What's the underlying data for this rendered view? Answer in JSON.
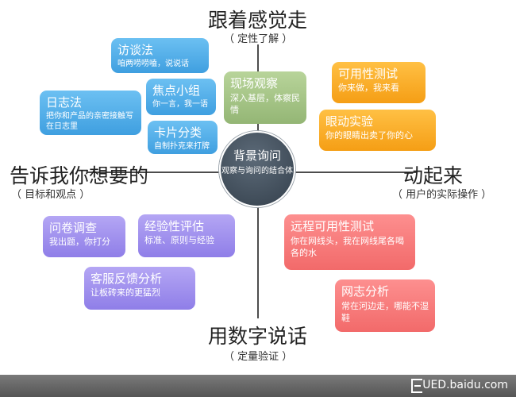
{
  "poles": {
    "top": {
      "title": "跟着感觉走",
      "sub": "（ 定性了解 ）"
    },
    "left": {
      "title": "告诉我你想要的",
      "sub": "（ 目标和观点 ）"
    },
    "right": {
      "title": "动起来",
      "sub": "（ 用户的实际操作 ）"
    },
    "bottom": {
      "title": "用数字说话",
      "sub": "（ 定量验证 ）"
    }
  },
  "center": {
    "title": "背景询问",
    "desc": "观察与询问的结合体"
  },
  "cards": {
    "interview": {
      "title": "访谈法",
      "desc": "咱两唠唠嗑，说说话"
    },
    "focus_group": {
      "title": "焦点小组",
      "desc": "你一言，我一语"
    },
    "diary": {
      "title": "日志法",
      "desc": "把你和产品的亲密接触写在日志里"
    },
    "card_sort": {
      "title": "卡片分类",
      "desc": "自制扑克来打牌"
    },
    "field": {
      "title": "现场观察",
      "desc": "深入基层，体察民情"
    },
    "usability": {
      "title": "可用性测试",
      "desc": "你来做，我来看"
    },
    "eye": {
      "title": "眼动实验",
      "desc": "你的眼睛出卖了你的心"
    },
    "survey": {
      "title": "问卷调查",
      "desc": "我出题，你打分"
    },
    "heuristic": {
      "title": "经验性评估",
      "desc": "标准、原则与经验"
    },
    "feedback": {
      "title": "客服反馈分析",
      "desc": "让板砖来的更猛烈"
    },
    "remote": {
      "title": "远程可用性测试",
      "desc": "你在网线头，我在网线尾各喝各的水"
    },
    "log": {
      "title": "网志分析",
      "desc": "常在河边走，哪能不湿鞋"
    }
  },
  "footer": {
    "brand": "UED.baidu.com"
  }
}
